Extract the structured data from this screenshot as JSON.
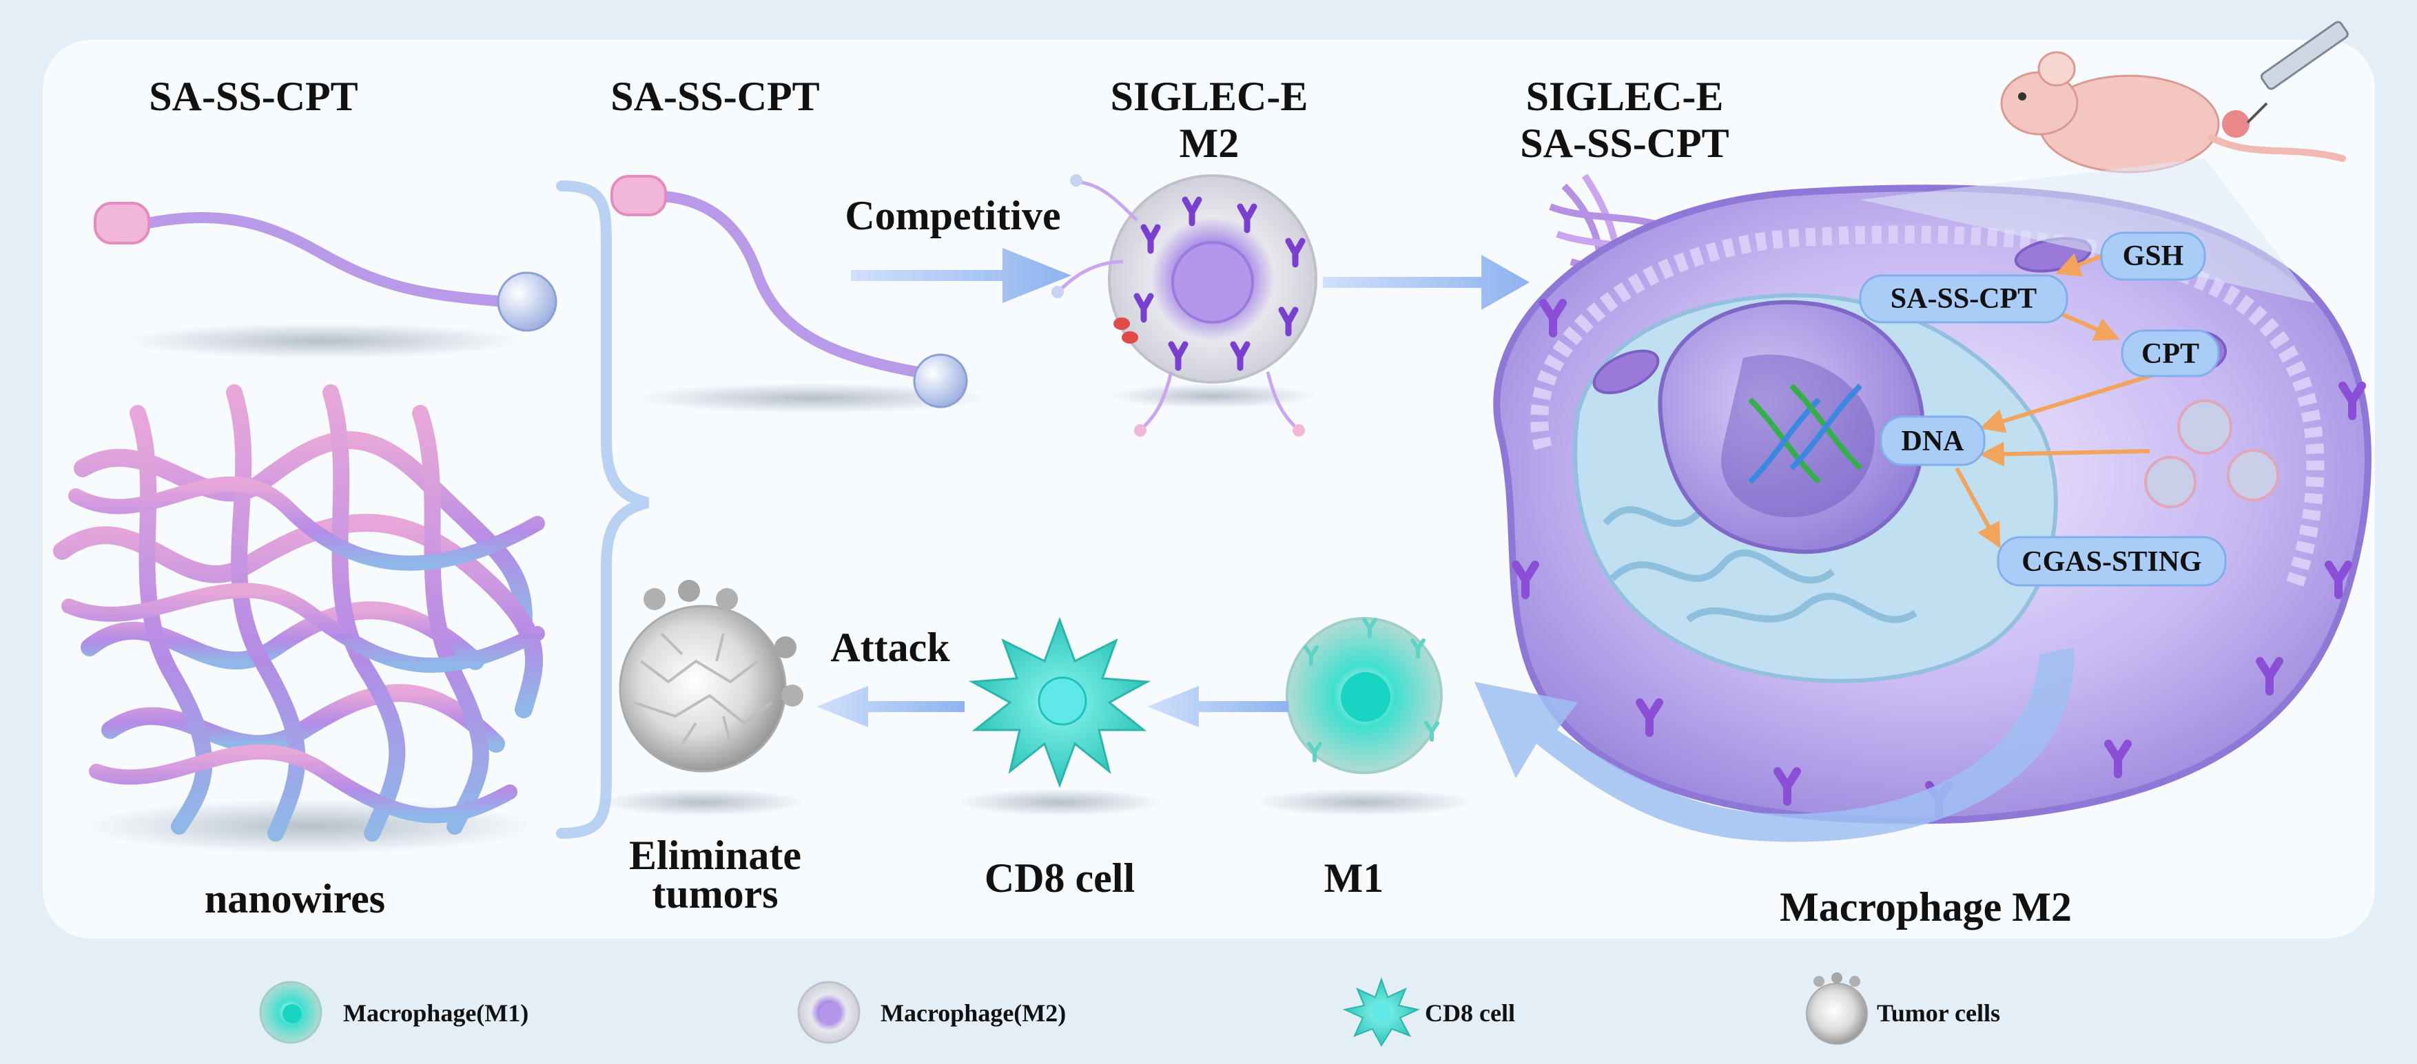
{
  "labels": {
    "sa_ss_cpt_1": "SA-SS-CPT",
    "sa_ss_cpt_2": "SA-SS-CPT",
    "siglec_e_1": "SIGLEC-E",
    "m2": "M2",
    "siglec_e_2": "SIGLEC-E",
    "sa_ss_cpt_3": "SA-SS-CPT",
    "competitive": "Competitive",
    "nanowires": "nanowires",
    "attack": "Attack",
    "eliminate": "Eliminate",
    "tumors": "tumors",
    "cd8_cell": "CD8 cell",
    "m1": "M1",
    "macrophage_m2": "Macrophage M2"
  },
  "cell_pathway": {
    "gsh": "GSH",
    "sa_ss_cpt": "SA-SS-CPT",
    "cpt": "CPT",
    "dna": "DNA",
    "cgas_sting": "CGAS-STING"
  },
  "legend": [
    {
      "icon": "macrophage-m1-icon",
      "label": "Macrophage(M1)"
    },
    {
      "icon": "macrophage-m2-icon",
      "label": "Macrophage(M2)"
    },
    {
      "icon": "cd8-cell-icon",
      "label": "CD8 cell"
    },
    {
      "icon": "tumor-cell-icon",
      "label": "Tumor cells"
    }
  ],
  "colors": {
    "background": "#e3eef7",
    "panel": "#f7fbfe",
    "arrow_blue": "#9fc0f2",
    "membrane_purple": "#a796e0",
    "m1_teal": "#7fded2",
    "cd8_teal": "#3fd0c7",
    "pathway_orange": "#f2a45c"
  }
}
